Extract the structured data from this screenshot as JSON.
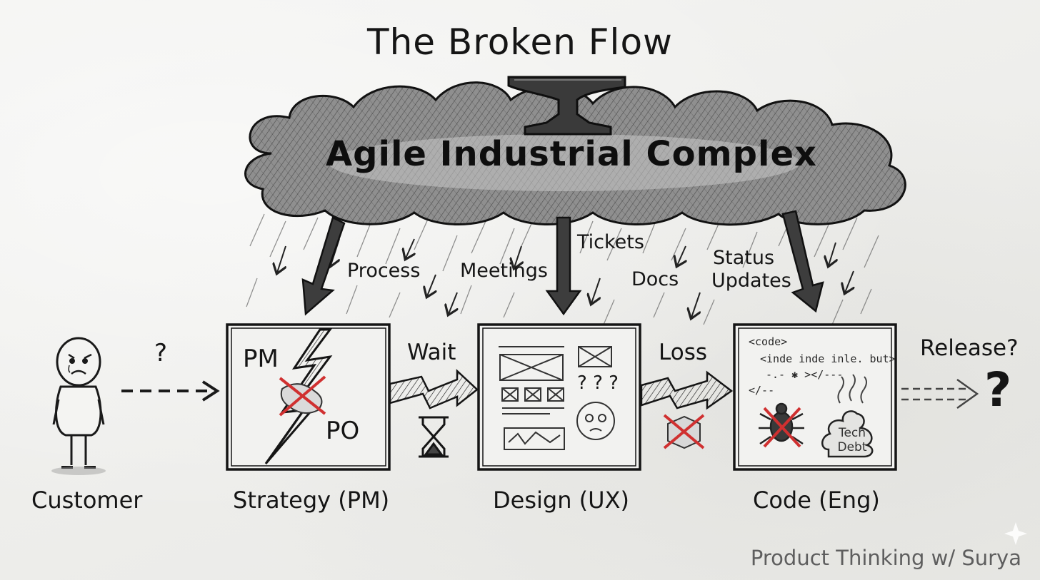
{
  "title": "The Broken Flow",
  "cloud": {
    "label": "Agile Industrial Complex",
    "icon": "anvil-icon"
  },
  "rain_labels": [
    "Process",
    "Meetings",
    "Tickets",
    "Docs",
    "Status",
    "Updates"
  ],
  "flow_labels": {
    "wait": "Wait",
    "loss": "Loss",
    "release": "Release?"
  },
  "question_marks": {
    "customer": "?",
    "release": "?",
    "design": "? ? ?"
  },
  "stages": {
    "customer": "Customer",
    "strategy": "Strategy (PM)",
    "design": "Design (UX)",
    "code": "Code (Eng)"
  },
  "strategy_box": {
    "pm": "PM",
    "po": "PO"
  },
  "code_box": {
    "lines": [
      "<code>",
      "<inde inde inle. but>",
      "-.- ✱ ></---",
      "</--"
    ],
    "debt": [
      "Tech",
      "Debt"
    ]
  },
  "colors": {
    "ink": "#151515",
    "cross": "#d03030",
    "cloud": "#3a3a3a",
    "paper": "#efefed"
  },
  "credit": "Product Thinking w/ Surya"
}
